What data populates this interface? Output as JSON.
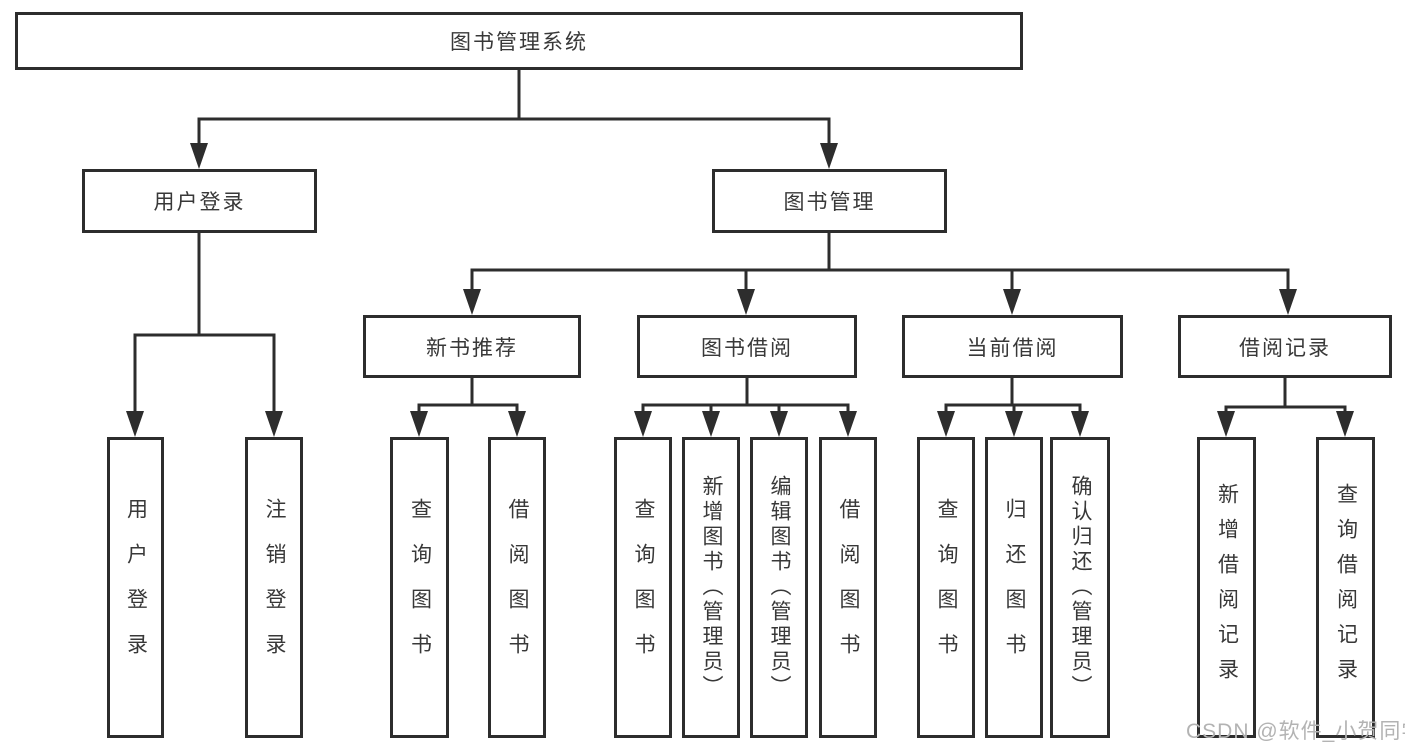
{
  "tree": {
    "root": {
      "label": "图书管理系统",
      "children": [
        {
          "label": "用户登录",
          "children": [
            {
              "label": "用户登录"
            },
            {
              "label": "注销登录"
            }
          ]
        },
        {
          "label": "图书管理",
          "children": [
            {
              "label": "新书推荐",
              "children": [
                {
                  "label": "查询图书"
                },
                {
                  "label": "借阅图书"
                }
              ]
            },
            {
              "label": "图书借阅",
              "children": [
                {
                  "label": "查询图书"
                },
                {
                  "label": "新增图书（管理员）"
                },
                {
                  "label": "编辑图书（管理员）"
                },
                {
                  "label": "借阅图书"
                }
              ]
            },
            {
              "label": "当前借阅",
              "children": [
                {
                  "label": "查询图书"
                },
                {
                  "label": "归还图书"
                },
                {
                  "label": "确认归还（管理员）"
                }
              ]
            },
            {
              "label": "借阅记录",
              "children": [
                {
                  "label": "新增借阅记录"
                },
                {
                  "label": "查询借阅记录"
                }
              ]
            }
          ]
        }
      ]
    }
  },
  "watermark": {
    "text": "CSDN @软件_小贺同学"
  },
  "colors": {
    "line": "#2d2d2d",
    "box_border": "#2d2d2d",
    "box_background": "#ffffff",
    "text": "#383838",
    "watermark": "#b3b3b3",
    "background": "#ffffff"
  }
}
